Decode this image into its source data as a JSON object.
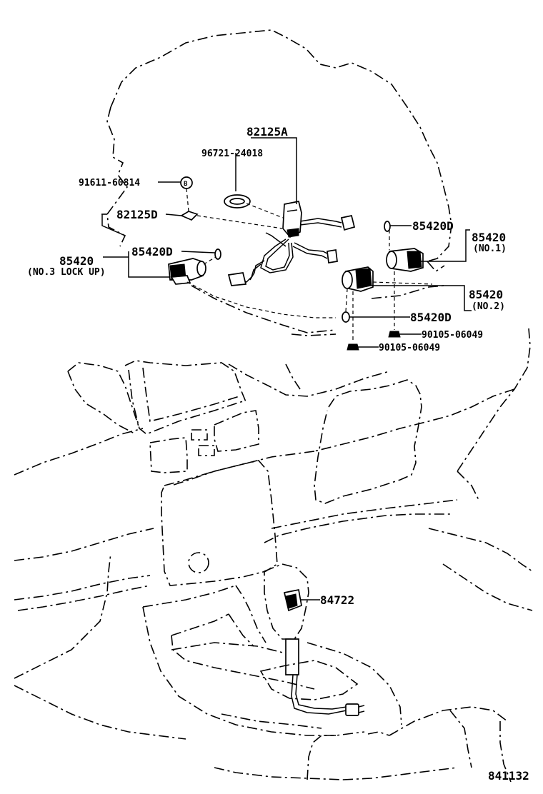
{
  "labels": {
    "p82125A": "82125A",
    "p96721": "96721-24018",
    "p91611": "91611-60814",
    "pB": "B",
    "p82125D": "82125D",
    "p85420_no3": "85420",
    "p85420_no3_note": "(NO.3 LOCK UP)",
    "p85420D_left": "85420D",
    "p85420D_topright": "85420D",
    "p85420_no1": "85420",
    "p85420_no1_note": "(NO.1)",
    "p85420_no2": "85420",
    "p85420_no2_note": "(NO.2)",
    "p85420D_lowright": "85420D",
    "p90105_a": "90105-06049",
    "p90105_b": "90105-06049",
    "p84722": "84722",
    "figure_number": "841132"
  },
  "icons": [
    "transmission-housing-outline",
    "wire-harness-connector",
    "solenoid-valve",
    "o-ring",
    "gasket",
    "bolt",
    "shift-lever",
    "center-console"
  ]
}
